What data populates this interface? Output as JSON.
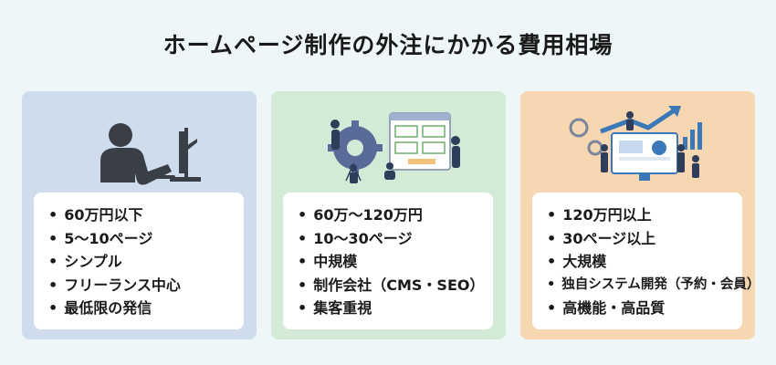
{
  "title": "ホームページ制作の外注にかかる費用相場",
  "cards": [
    {
      "theme": "blue",
      "color": "#cfdceb",
      "illustration": "person-at-computer-silhouette",
      "items": [
        "60万円以下",
        "5〜10ページ",
        "シンプル",
        "フリーランス中心",
        "最低限の発信"
      ]
    },
    {
      "theme": "green",
      "color": "#d3ead6",
      "illustration": "team-building-website-with-gear",
      "items": [
        "60万〜120万円",
        "10〜30ページ",
        "中規模",
        "制作会社（CMS・SEO）",
        "集客重視"
      ]
    },
    {
      "theme": "orange",
      "color": "#f7d6b2",
      "illustration": "team-with-dashboard-and-growth-chart",
      "items": [
        "120万円以上",
        "30ページ以上",
        "大規模",
        "独自システム開発（予約・会員）",
        "高機能・高品質"
      ]
    }
  ]
}
